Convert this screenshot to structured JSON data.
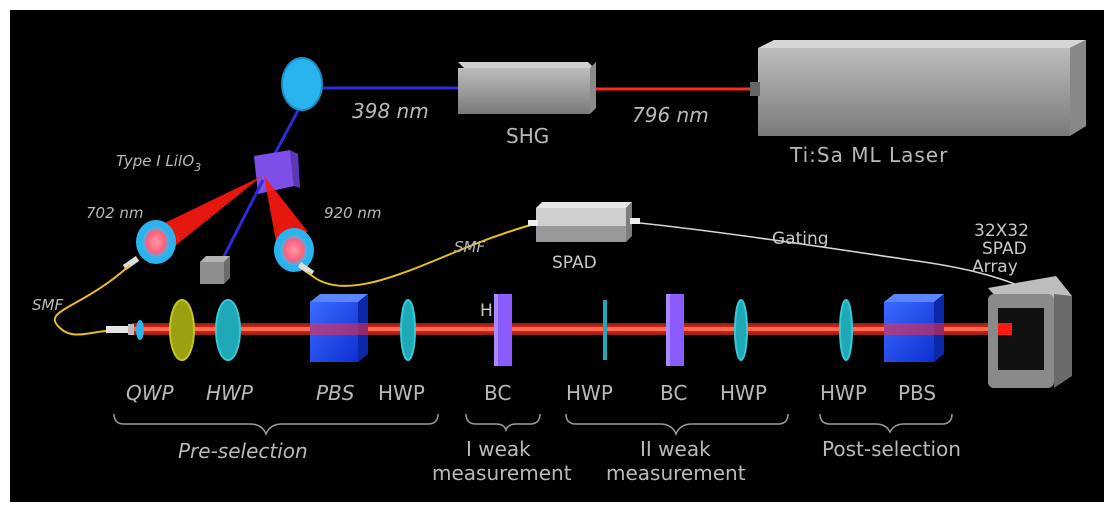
{
  "labels": {
    "wl_398": "398 nm",
    "wl_796": "796 nm",
    "wl_702": "702 nm",
    "wl_920": "920 nm",
    "shg": "SHG",
    "laser": "Ti:Sa  ML  Laser",
    "crystal": "Type I LiIO",
    "crystal_sub": "3",
    "spad": "SPAD",
    "smf_top": "SMF",
    "smf_left": "SMF",
    "gating": "Gating",
    "array_l1": "32X32",
    "array_l2": "SPAD",
    "array_l3": "Array",
    "hidden_h": "H"
  },
  "optics": {
    "qwp": "QWP",
    "hwp1": "HWP",
    "pbs1": "PBS",
    "hwp2": "HWP",
    "bc1": "BC",
    "hwp3": "HWP",
    "bc2": "BC",
    "hwp4": "HWP",
    "hwp5": "HWP",
    "pbs2": "PBS"
  },
  "stages": {
    "pre": "Pre-selection",
    "weak1_l1": "I weak",
    "weak1_l2": "measurement",
    "weak2_l1": "II weak",
    "weak2_l2": "measurement",
    "post": "Post-selection"
  },
  "colors": {
    "background": "#000000",
    "beam_red": "#ff1a10",
    "beam_blue": "#2b2bd8",
    "fiber": "#e8c21a",
    "waveplate": "#1fb8c8",
    "cube": "#1a4fff",
    "crystal": "#8a5cff",
    "label": "#b9b9b9"
  }
}
